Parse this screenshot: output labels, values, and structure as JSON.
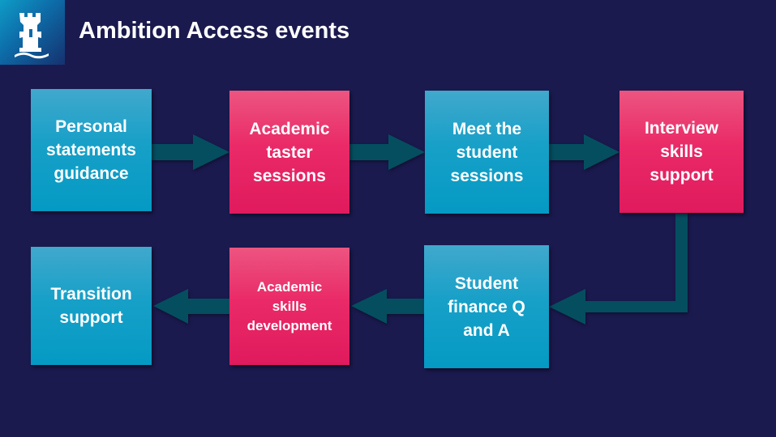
{
  "header": {
    "title": "Ambition Access events",
    "logo_icon": "castle-tower-logo-icon"
  },
  "colors": {
    "background": "#1b1a4f",
    "blue_box": "#0b9cc6",
    "pink_box": "#e5205f",
    "arrow": "#044e60"
  },
  "steps": [
    {
      "label": "Personal statements guidance",
      "color": "blue"
    },
    {
      "label": "Academic taster sessions",
      "color": "pink"
    },
    {
      "label": "Meet the student sessions",
      "color": "blue"
    },
    {
      "label": "Interview skills support",
      "color": "pink"
    },
    {
      "label": "Student finance Q and A",
      "color": "blue"
    },
    {
      "label": "Academic skills development",
      "color": "pink"
    },
    {
      "label": "Transition support",
      "color": "blue"
    }
  ]
}
